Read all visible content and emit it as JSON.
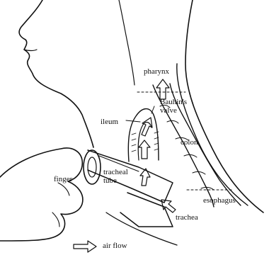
{
  "labels": {
    "pharynx": "pharynx",
    "bauhins_valve": "Bauhin's\nvalve",
    "ileum": "ileum",
    "colon": "colon",
    "finger": "finger",
    "tracheal_tube": "tracheal\ntube",
    "esophagus": "esophagus",
    "trachea": "trachea"
  },
  "legend": {
    "air_flow": "air flow"
  },
  "colors": {
    "ink": "#111111",
    "background": "#ffffff"
  }
}
